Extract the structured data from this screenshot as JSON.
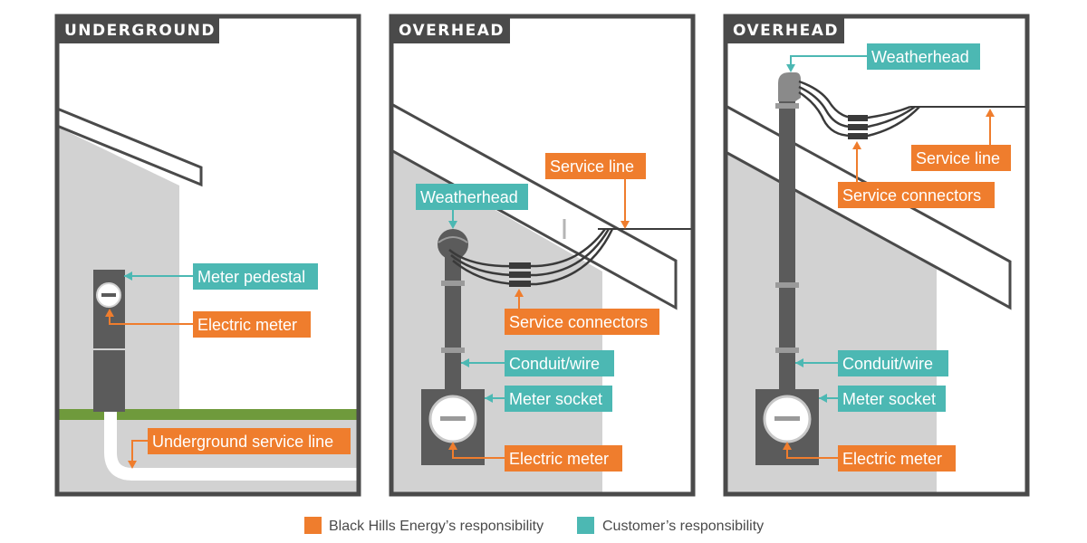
{
  "colors": {
    "company": "#ef7d2d",
    "customer": "#4cb8b3",
    "frame": "#4a4a4a",
    "wall": "#d2d2d2",
    "equipment": "#5b5b5b",
    "grass": "#6f9a3c"
  },
  "panels": [
    {
      "header": "UNDERGROUND",
      "labels": {
        "meter_pedestal": "Meter pedestal",
        "electric_meter": "Electric meter",
        "service_line": "Underground service line"
      }
    },
    {
      "header": "OVERHEAD",
      "labels": {
        "service_line": "Service line",
        "weatherhead": "Weatherhead",
        "service_connectors": "Service connectors",
        "conduit_wire": "Conduit/wire",
        "meter_socket": "Meter socket",
        "electric_meter": "Electric meter"
      }
    },
    {
      "header": "OVERHEAD",
      "labels": {
        "weatherhead": "Weatherhead",
        "service_line": "Service line",
        "service_connectors": "Service connectors",
        "conduit_wire": "Conduit/wire",
        "meter_socket": "Meter socket",
        "electric_meter": "Electric meter"
      }
    }
  ],
  "legend": {
    "company": "Black Hills Energy’s responsibility",
    "customer": "Customer’s responsibility"
  }
}
